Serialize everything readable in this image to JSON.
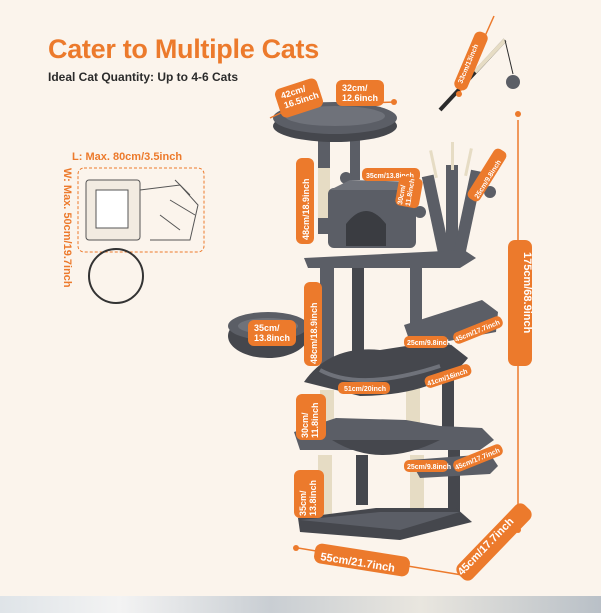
{
  "header": {
    "title": "Cater to Multiple Cats",
    "subtitle": "Ideal Cat Quantity: Up to 4-6 Cats"
  },
  "footprint": {
    "length_label": "L: Max. 80cm/3.5inch",
    "width_label": "W: Max. 50cm/19.7inch"
  },
  "dimensions": {
    "top_perch_depth": "42cm/\n16.5inch",
    "top_perch_width": "32cm/\n12.6inch",
    "toy_length": "33cm/13inch",
    "condo_width": "35cm/13.8inch",
    "condo_height": "30cm/\n11.8inch",
    "post_top_height": "25cm/9.8inch",
    "upper_height": "48cm/18.9inch",
    "total_height": "175cm/68.9inch",
    "basket_diameter": "35cm/\n13.8inch",
    "mid_height": "48cm/18.9inch",
    "platform_width_1": "25cm/9.8inch",
    "platform_depth_1": "45cm/17.7inch",
    "hammock_width": "51cm/20inch",
    "hammock_depth": "41cm/16inch",
    "lower_height": "30cm/\n11.8inch",
    "platform_width_2": "25cm/9.8inch",
    "platform_depth_2": "45cm/17.7inch",
    "base_height": "35cm/\n13.8inch",
    "base_width": "55cm/21.7inch",
    "base_depth": "45cm/17.7inch"
  },
  "colors": {
    "accent": "#ec7a2c",
    "plush": "#5b5e66",
    "plush_dark": "#45474d",
    "sisal": "#e6dcc4",
    "background": "#fbf4ec"
  }
}
